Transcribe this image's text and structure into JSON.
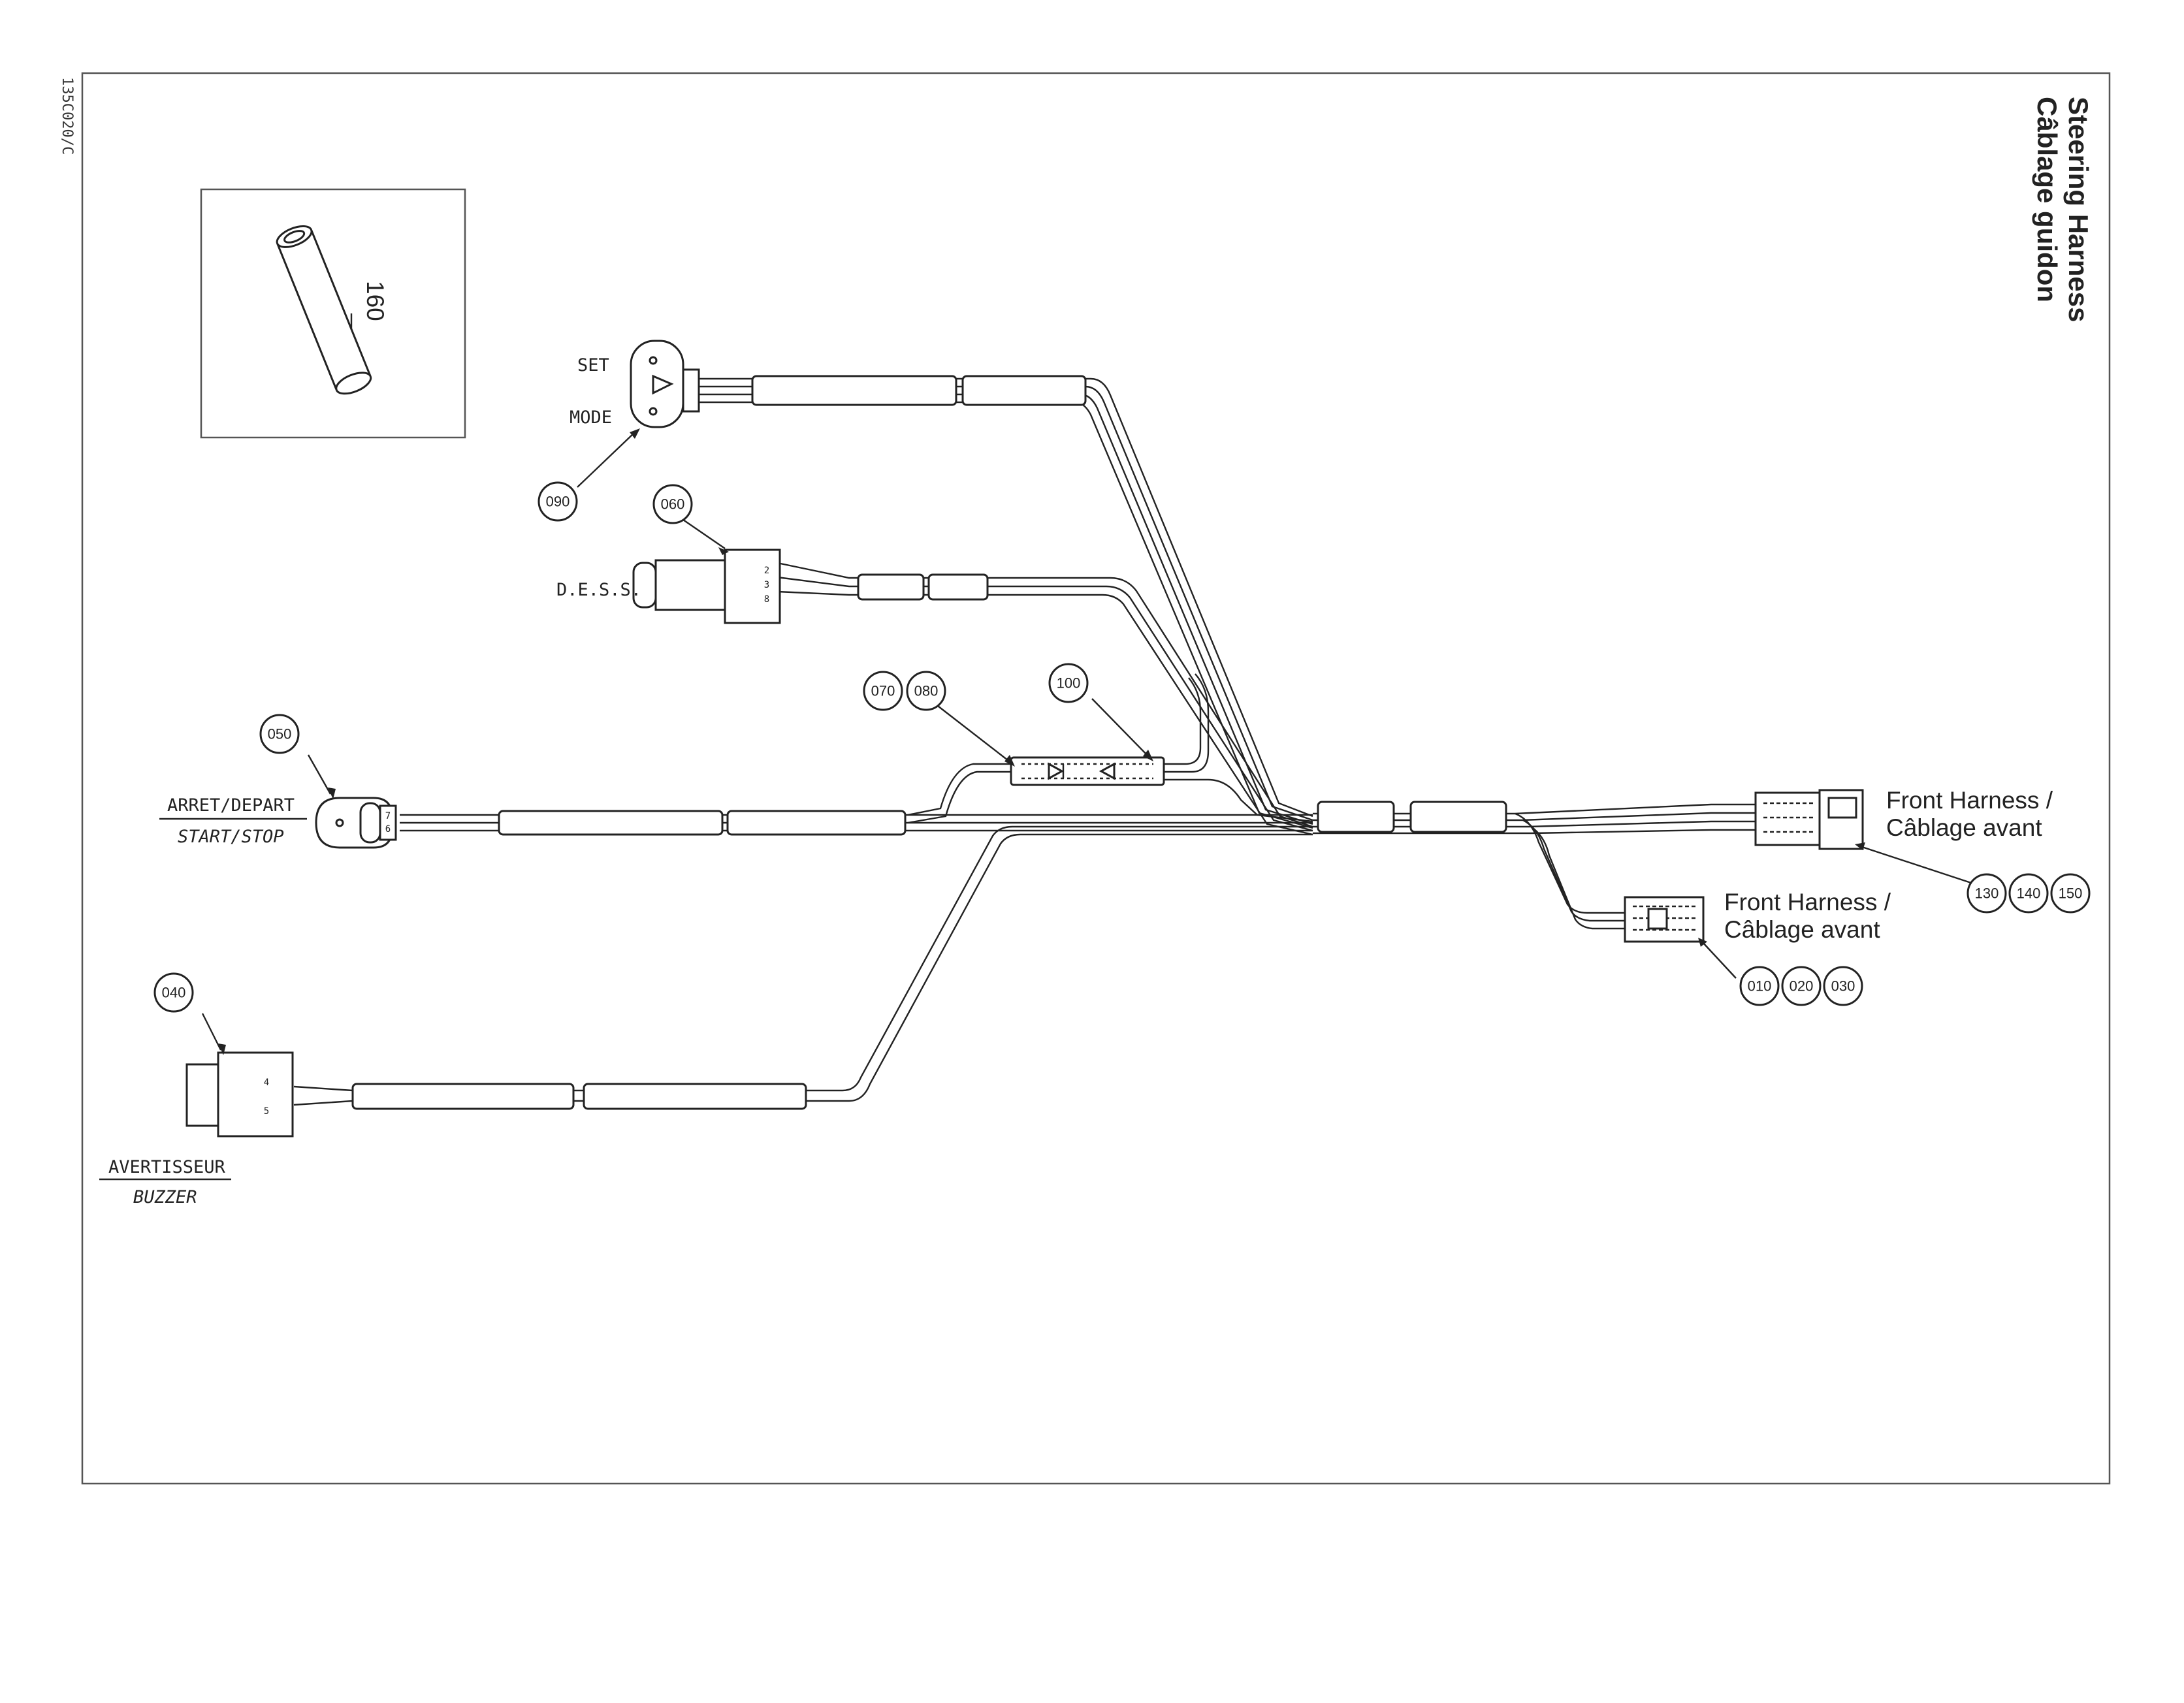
{
  "drawing_code": "135C020/C",
  "title": {
    "line1": "Steering Harness",
    "line2": "Câblage guidon"
  },
  "inset": {
    "part_number": "160"
  },
  "connectors": {
    "set_mode": {
      "set_label": "SET",
      "mode_label": "MODE",
      "callout": "090"
    },
    "dess": {
      "label": "D.E.S.S.",
      "callout": "060",
      "pins": [
        "2",
        "3",
        "8"
      ]
    },
    "start_stop": {
      "label_fr": "ARRET/DEPART",
      "label_en": "START/STOP",
      "callout": "050",
      "pins": [
        "7",
        "6"
      ]
    },
    "buzzer": {
      "label_fr": "AVERTISSEUR",
      "label_en": "BUZZER",
      "callout": "040",
      "pins": [
        "4",
        "5"
      ]
    },
    "inline_connector": {
      "callouts": [
        "070",
        "080"
      ]
    },
    "diode": {
      "callout": "100"
    },
    "front_harness_1": {
      "line1": "Front Harness /",
      "line2": "Câblage avant",
      "callouts": [
        "130",
        "140",
        "150"
      ]
    },
    "front_harness_2": {
      "line1": "Front Harness /",
      "line2": "Câblage avant",
      "callouts": [
        "010",
        "020",
        "030"
      ]
    }
  }
}
